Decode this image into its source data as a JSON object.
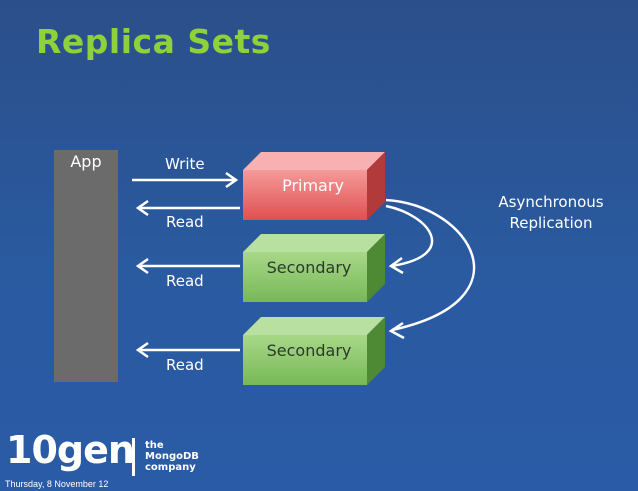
{
  "slide": {
    "title": "Replica Sets",
    "app_label": "App",
    "write_label": "Write",
    "read_labels": [
      "Read",
      "Read",
      "Read"
    ],
    "nodes": [
      {
        "label": "Primary",
        "face_color": "#f07878",
        "text_color": "#ffffff"
      },
      {
        "label": "Secondary",
        "face_color": "#8cc86a",
        "text_color": "#2a3a2a"
      },
      {
        "label": "Secondary",
        "face_color": "#8cc86a",
        "text_color": "#2a3a2a"
      }
    ],
    "replication_note_line1": "Asynchronous",
    "replication_note_line2": "Replication",
    "title_color": "#8ed13a"
  },
  "footer": {
    "logo_text": "10gen",
    "logo_sub_line1": "the",
    "logo_sub_line2": "MongoDB",
    "logo_sub_line3": "company",
    "date": "Thursday, 8 November 12"
  }
}
